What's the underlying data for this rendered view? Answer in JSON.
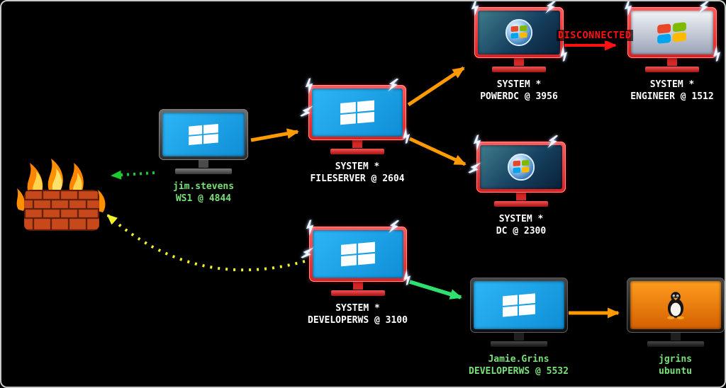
{
  "labels": {
    "disconnected": "DISCONNECTED"
  },
  "nodes": {
    "ws1": {
      "line1": "jim.stevens",
      "line2": "WS1 @ 4844"
    },
    "fileserver": {
      "line1": "SYSTEM *",
      "line2": "FILESERVER @ 2604"
    },
    "powerdc": {
      "line1": "SYSTEM *",
      "line2": "POWERDC @ 3956"
    },
    "engineer": {
      "line1": "SYSTEM *",
      "line2": "ENGINEER @ 1512"
    },
    "dc": {
      "line1": "SYSTEM *",
      "line2": "DC @ 2300"
    },
    "developerws": {
      "line1": "SYSTEM *",
      "line2": "DEVELOPERWS @ 3100"
    },
    "jamiegrins": {
      "line1": "Jamie.Grins",
      "line2": "DEVELOPERWS @ 5532"
    },
    "jgrins": {
      "line1": "jgrins",
      "line2": "ubuntu"
    }
  },
  "links": [
    {
      "from": "ws1",
      "to": "firewall",
      "style": "dotted",
      "color_key": "arrow_green_dotted"
    },
    {
      "from": "developerws",
      "to": "firewall",
      "style": "dotted",
      "color_key": "arrow_yellow_dotted"
    },
    {
      "from": "ws1",
      "to": "fileserver",
      "style": "solid",
      "color_key": "arrow_orange"
    },
    {
      "from": "fileserver",
      "to": "powerdc",
      "style": "solid",
      "color_key": "arrow_orange"
    },
    {
      "from": "fileserver",
      "to": "dc",
      "style": "solid",
      "color_key": "arrow_orange"
    },
    {
      "from": "powerdc",
      "to": "engineer",
      "style": "solid",
      "color_key": "arrow_red",
      "note": "DISCONNECTED"
    },
    {
      "from": "developerws",
      "to": "jamiegrins",
      "style": "solid",
      "color_key": "arrow_green"
    },
    {
      "from": "jamiegrins",
      "to": "jgrins",
      "style": "solid",
      "color_key": "arrow_orange"
    }
  ],
  "colors": {
    "arrow_orange": "#ff9a00",
    "arrow_red": "#ff1111",
    "arrow_green": "#2ee06e",
    "arrow_green_dotted": "#1ecb2e",
    "arrow_yellow_dotted": "#f2f22a",
    "label_user": "#79e079",
    "label_system": "#ffffff",
    "label_disconnected": "#ff1111",
    "bezel_compromised": "#dd1f1f",
    "bezel_normal": "#3c3c3c",
    "screen_windows": "#19a3e8",
    "screen_linux": "#f57900"
  }
}
